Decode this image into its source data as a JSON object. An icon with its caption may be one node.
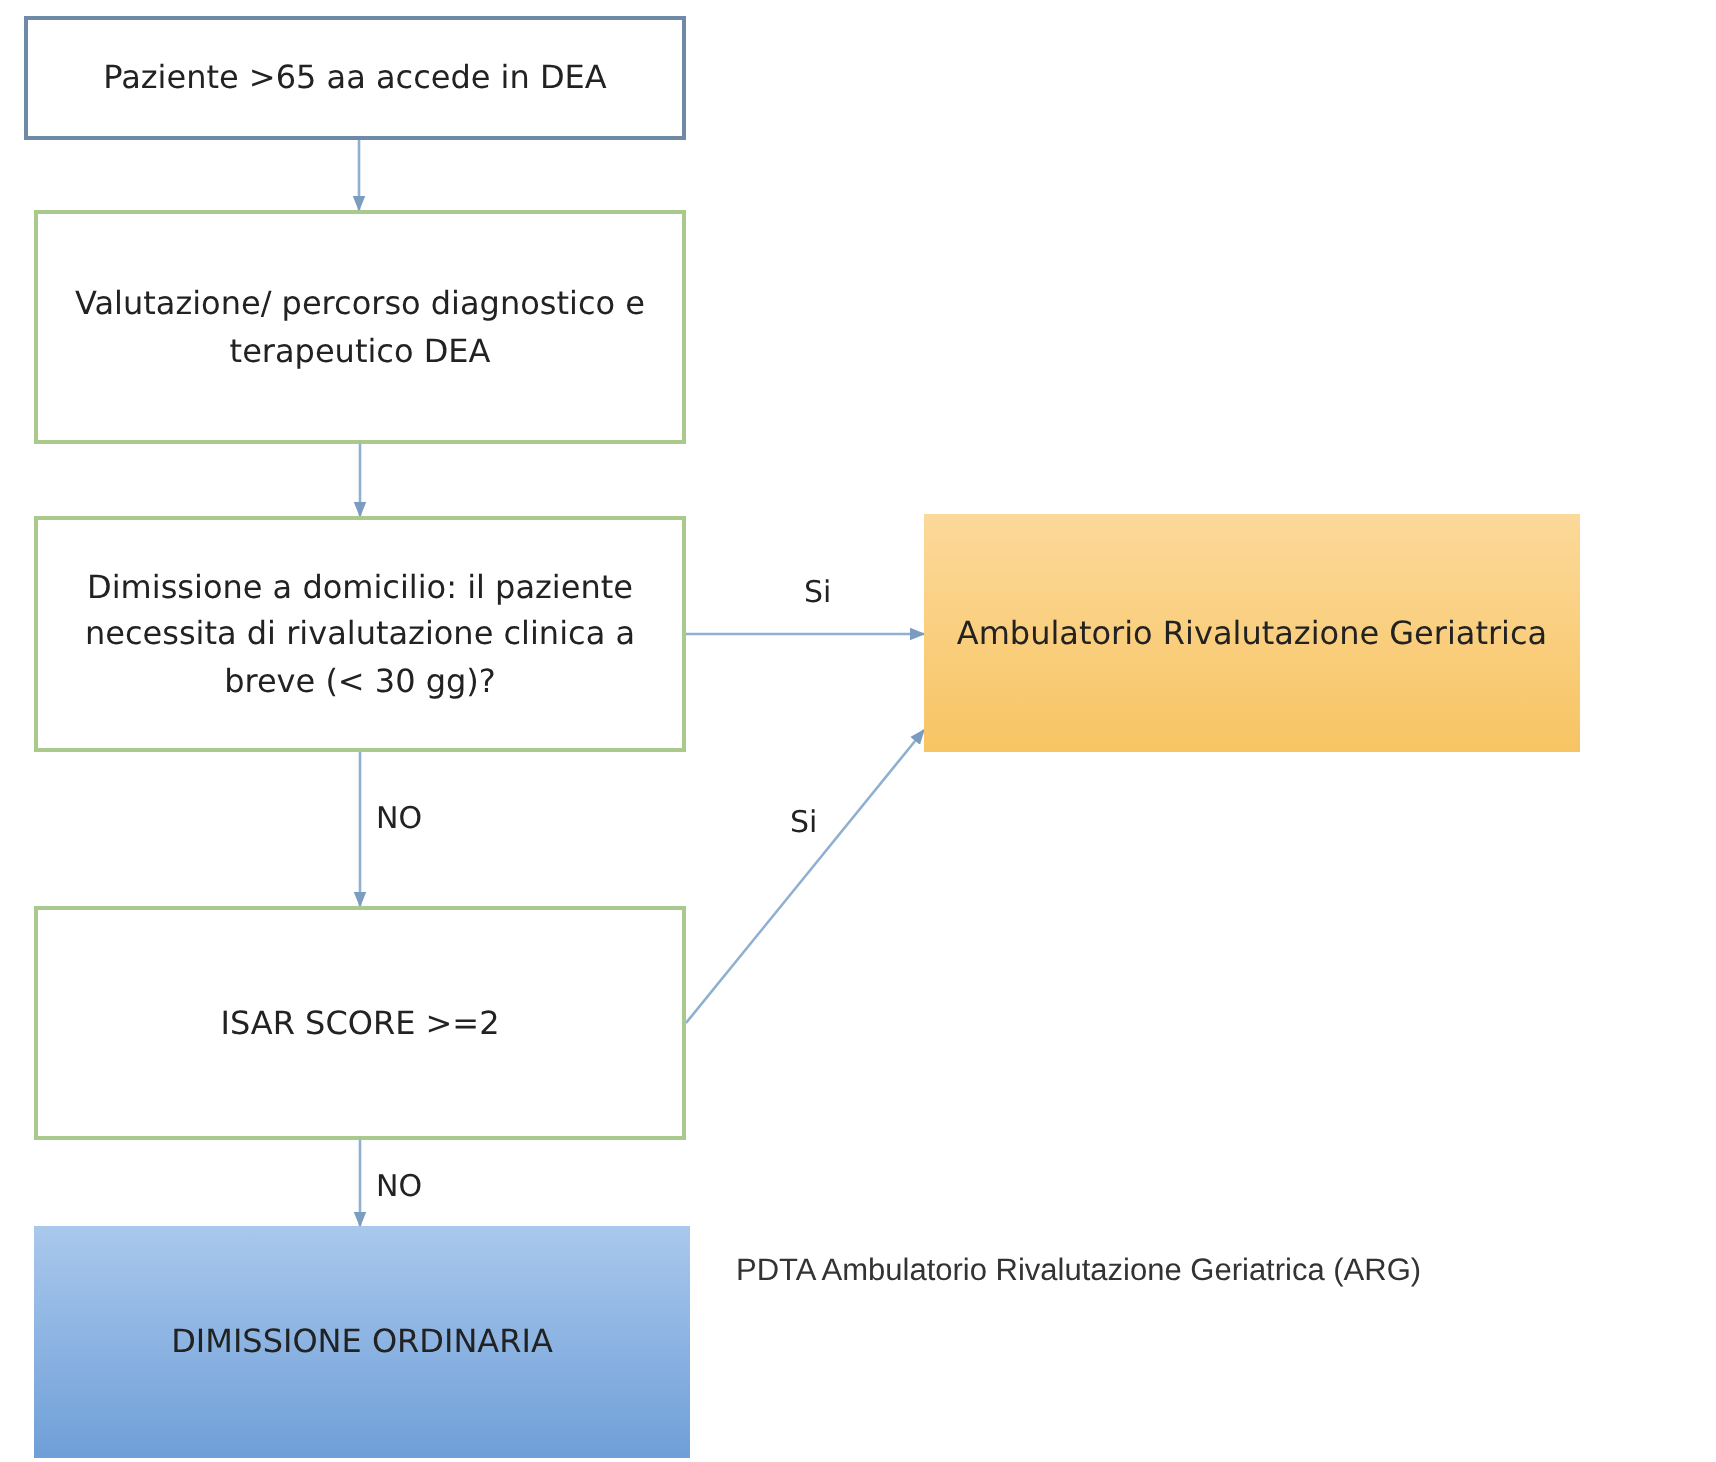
{
  "diagram": {
    "nodes": [
      {
        "text": [
          "Paziente >65 aa accede in DEA"
        ]
      },
      {
        "text": [
          "Valutazione/ percorso diagnostico e terapeutico DEA"
        ]
      },
      {
        "text": [
          "Dimissione a domicilio: il paziente necessita di rivalutazione clinica a breve (< 30 gg)?"
        ]
      },
      {
        "text": [
          "ISAR SCORE >=2"
        ]
      },
      {
        "text": [
          "DIMISSIONE ORDINARIA"
        ]
      },
      {
        "text": [
          "Ambulatorio Rivalutazione Geriatrica"
        ]
      }
    ],
    "edges": [
      {
        "from": 0,
        "to": 1,
        "arrow": "to"
      },
      {
        "from": 1,
        "to": 2,
        "arrow": "to"
      },
      {
        "from": 2,
        "to": 3,
        "arrow": "to",
        "label": "NO"
      },
      {
        "from": 3,
        "to": 4,
        "arrow": "to",
        "label": "NO"
      },
      {
        "from": 2,
        "to": 5,
        "arrow": "to",
        "label": "Si"
      },
      {
        "from": 3,
        "to": 5,
        "arrow": "to",
        "label": "Si"
      }
    ],
    "labels": [
      "PDTA Ambulatorio Rivalutazione Geriatrica (ARG)"
    ]
  }
}
